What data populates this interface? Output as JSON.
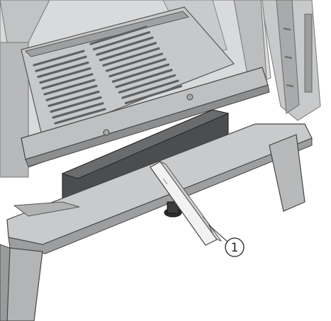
{
  "callouts": [
    {
      "label": "1"
    }
  ],
  "colors": {
    "stove_body": "#b8b9ba",
    "stove_light": "#d9dadb",
    "stove_dark": "#8d8e90",
    "grate_slot": "#5f6062",
    "ash_pan": "#4c4d4f",
    "tool": "#f2f2f2",
    "line": "#3a3a3a",
    "background": "#ffffff"
  },
  "icons": {
    "callout_marker": "circled-number",
    "tool": "grate-shaker-handle"
  }
}
